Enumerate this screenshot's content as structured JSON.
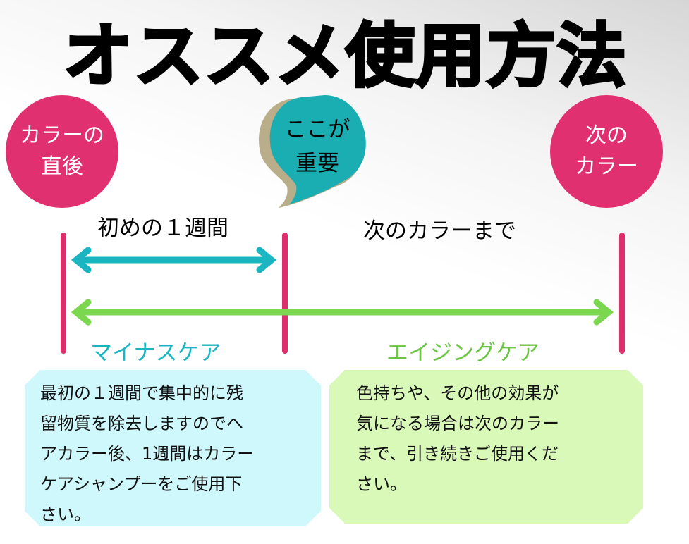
{
  "title": "オススメ使用方法",
  "start_circle": {
    "line1": "カラーの",
    "line2": "直後"
  },
  "end_circle": {
    "line1": "次の",
    "line2": "カラー"
  },
  "bubble": {
    "line1": "ここが",
    "line2": "重要"
  },
  "periods": {
    "first_week": "初めの１週間",
    "until_next": "次のカラーまで"
  },
  "care": {
    "minus": "マイナスケア",
    "aging": "エイジングケア"
  },
  "minus_box": {
    "lines": [
      "最初の１週間で集中的に残",
      "留物質を除去しますのでヘ",
      "アカラー後、1週間はカラー",
      "ケアシャンプーをご使用下",
      "さい。"
    ]
  },
  "aging_box": {
    "lines": [
      "色持ちや、その他の効果が",
      "気になる場合は次のカラー",
      "まで、引き続きご使用くだ",
      "さい。"
    ]
  },
  "colors": {
    "pink": "#e1306f",
    "teal": "#1ab5c0",
    "green": "#7bd650",
    "minus_bg": "#cff8fc",
    "aging_bg": "#d9f9b8"
  }
}
